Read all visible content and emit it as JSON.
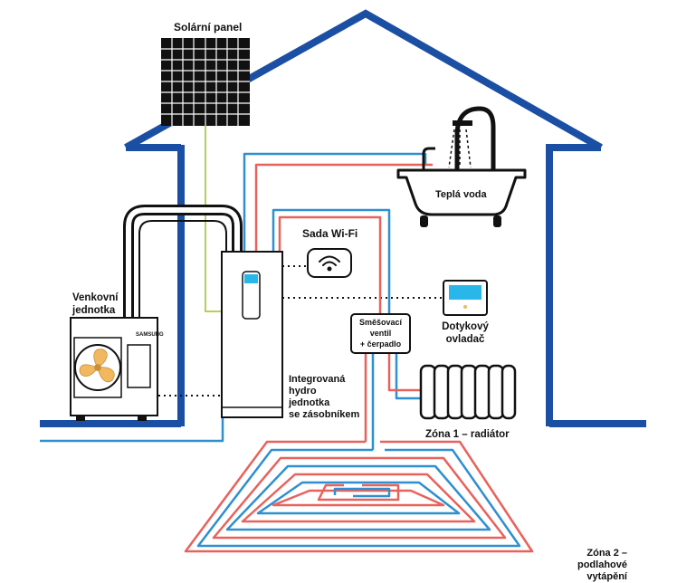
{
  "labels": {
    "solar_panel": "Solární panel",
    "hot_water": "Teplá voda",
    "wifi_kit": "Sada Wi-Fi",
    "outdoor_unit": "Venkovní\njednotka",
    "mixing_valve": "Směšovací\nventil\n+ čerpadlo",
    "touch_controller": "Dotykový\novladač",
    "hydro_unit": "Integrovaná\nhydro\njednotka\nse zásobníkem",
    "zone1": "Zóna 1 – radiátor",
    "zone2": "Zóna 2 – podlahové\nvytápění",
    "brand": "SAMSUNG"
  },
  "colors": {
    "house": "#1b4fa3",
    "cold_pipe": "#2f8fcf",
    "hot_pipe": "#e8625c",
    "solar_line": "#b4cf5a",
    "screen": "#29b6e8",
    "fan": "#f2b860",
    "dark": "#1a1a1a"
  }
}
